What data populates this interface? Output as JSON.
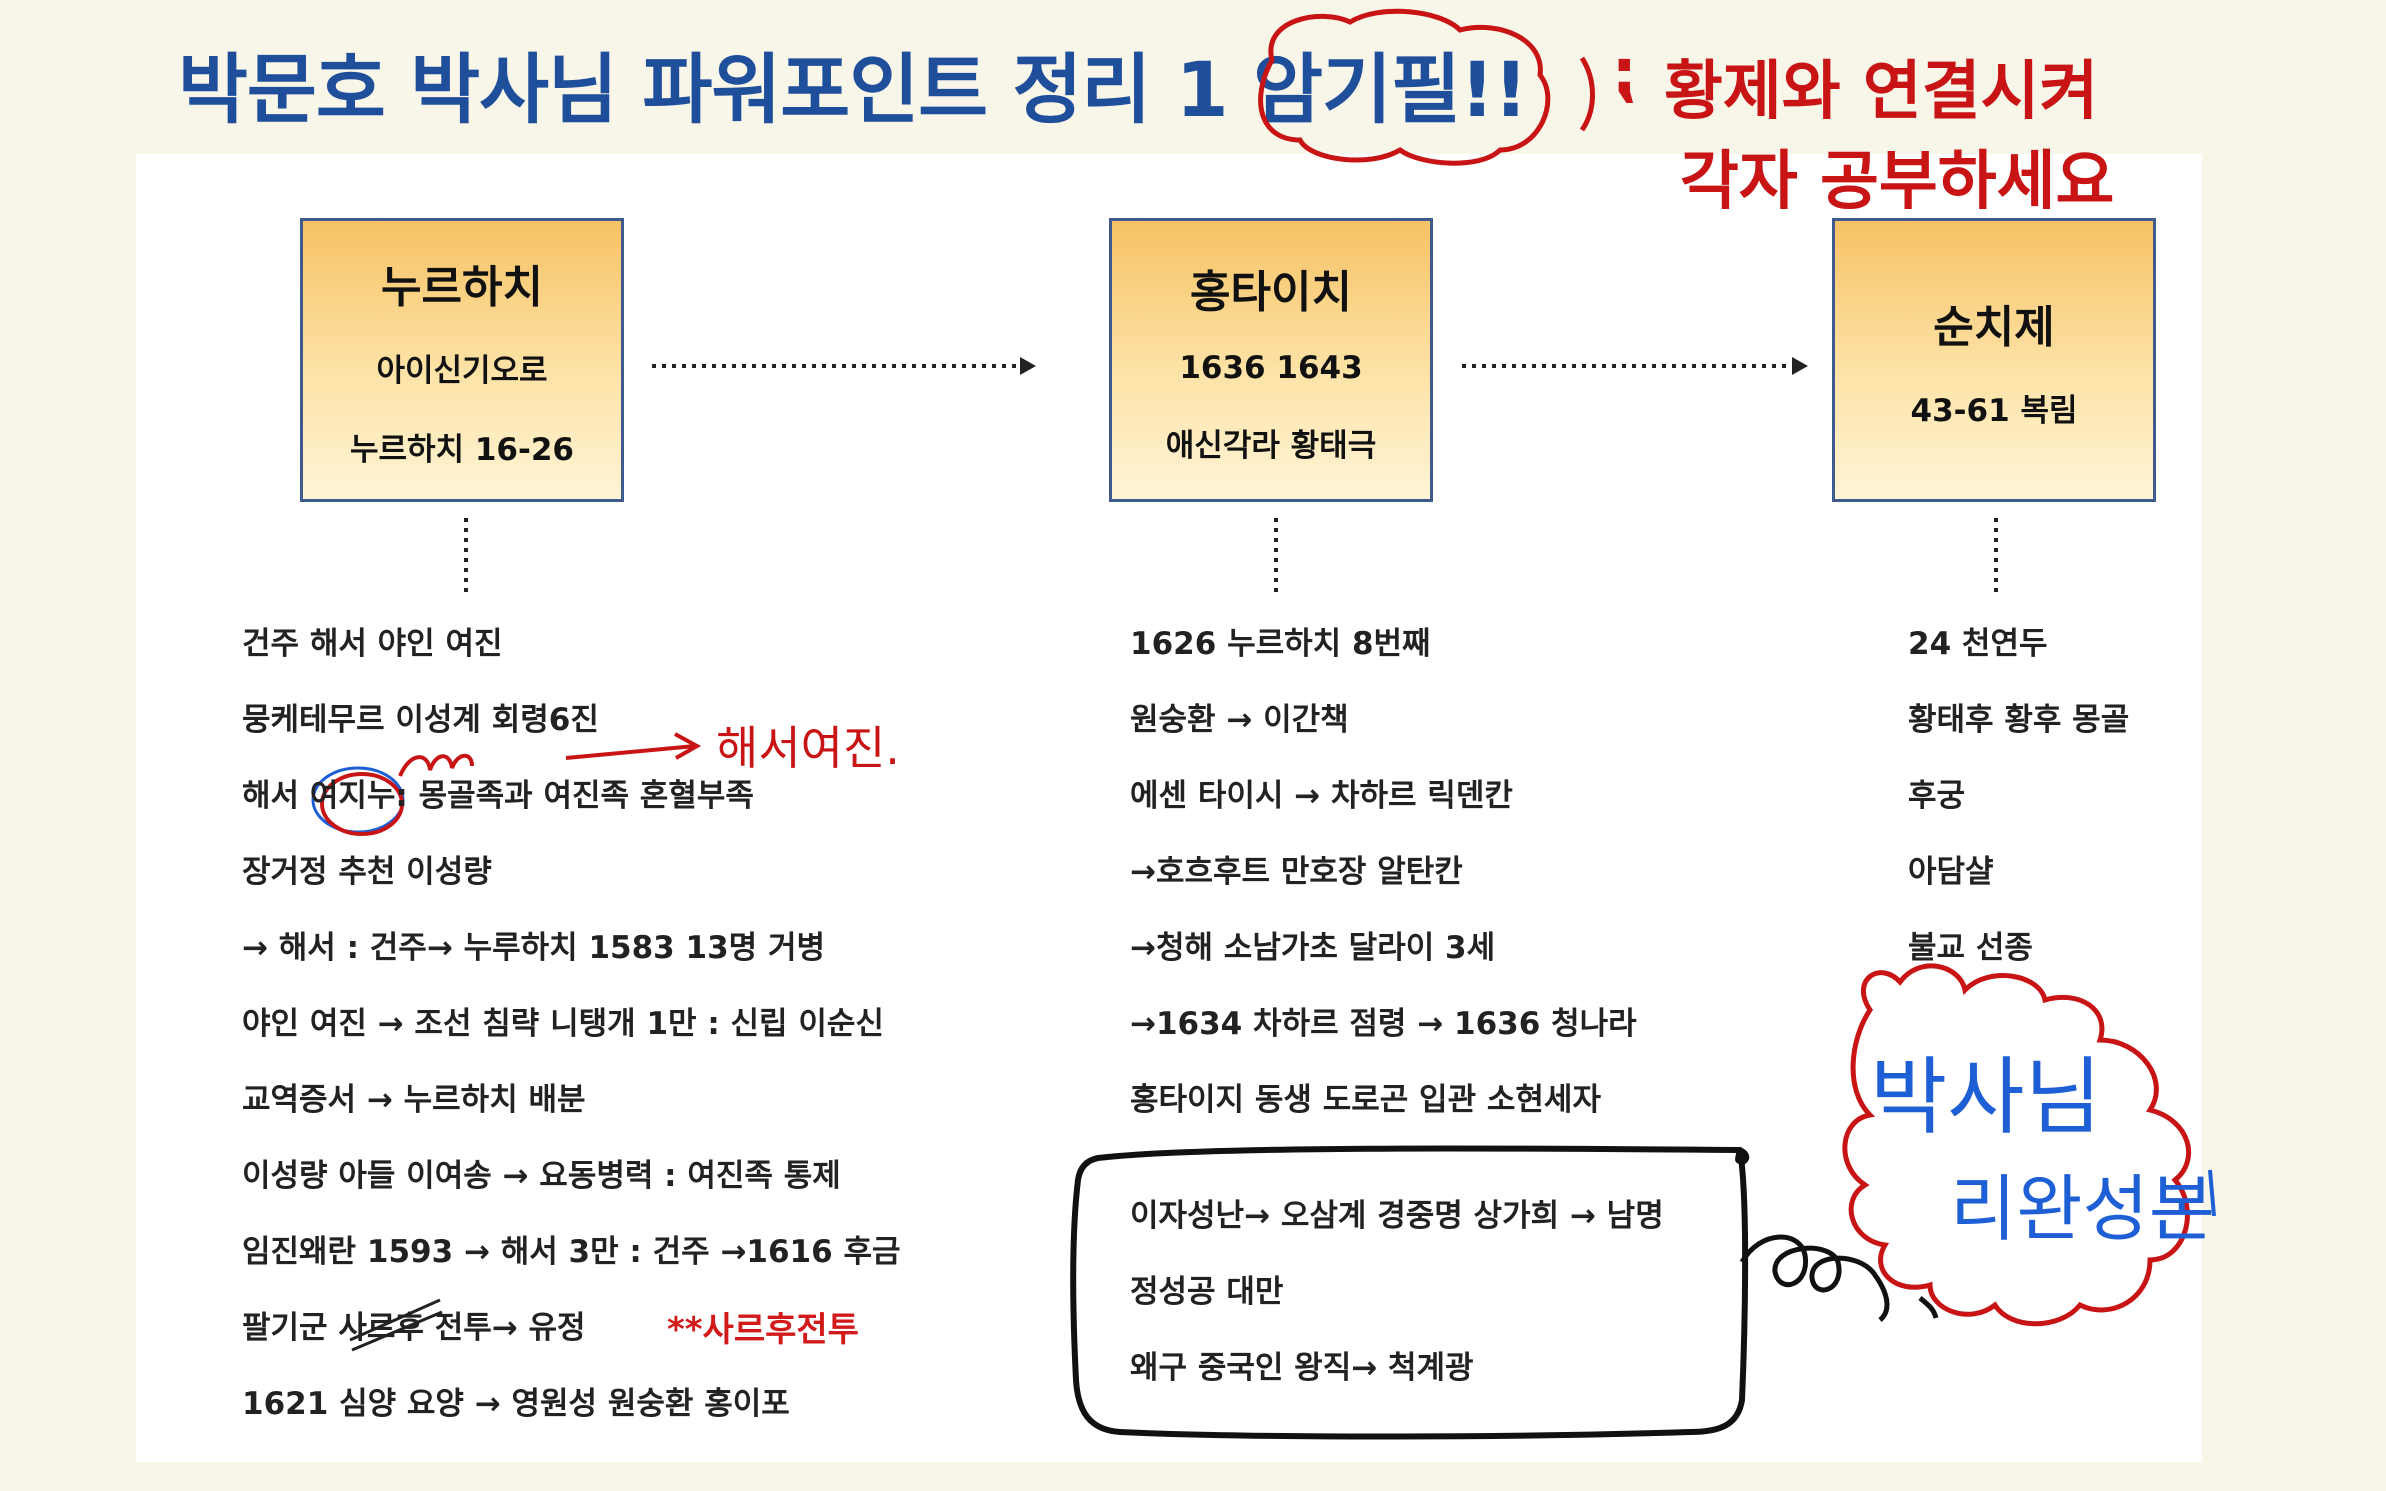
{
  "title": "박문호 박사님 파워포인트 정리 1 암기필!!",
  "boxes": [
    {
      "name": "누르하치",
      "line1": "아이신기오로",
      "line2": "누르하치 16-26"
    },
    {
      "name": "홍타이치",
      "line1": "1636 1643",
      "line2": "애신각라 황태극"
    },
    {
      "name": "순치제",
      "line1": "43-61 복림"
    }
  ],
  "col1": [
    "건주 해서 야인 여진",
    "뭉케테무르 이성계 회령6진",
    "해서 여지누: 몽골족과 여진족 혼혈부족",
    "장거정 추천 이성량",
    "→ 해서 : 건주→ 누루하치 1583 13명 거병",
    "야인 여진 → 조선 침략 니탱개 1만 : 신립 이순신",
    "교역증서 → 누르하치 배분",
    "이성량 아들 이여송 → 요동병력 : 여진족 통제",
    "임진왜란 1593 → 해서 3만 : 건주 →1616 후금",
    "팔기군 사르후 전투→ 유정",
    "1621 심양 요양 → 영원성 원숭환 홍이포"
  ],
  "col1_note": "**사르후전투",
  "col2": [
    "1626 누르하치 8번째",
    "원숭환 → 이간책",
    "에센 타이시 → 차하르 릭덴칸",
    "→호흐후트 만호장 알탄칸",
    "→청해 소남가초 달라이 3세",
    "→1634 차하르 점령 → 1636 청나라",
    "홍타이지 동생 도로곤 입관 소현세자"
  ],
  "col2_boxed": [
    "이자성난→ 오삼계 경중명 상가희 → 남명",
    "정성공 대만",
    "왜구 중국인 왕직→ 척계광"
  ],
  "col3": [
    "24 천연두",
    "황태후 황후 몽골",
    "후궁",
    "아담샬",
    "불교 선종"
  ],
  "handwriting": {
    "note1": "황제와 연결시켜",
    "note2": "각자 공부하세요",
    "note_mark": "⁏",
    "arrow_note": "해서여진.",
    "cloud1": "박사님",
    "cloud2": "리완성본"
  },
  "colors": {
    "title": "#1f4e9a",
    "box_fill": "#f6c264",
    "box_border": "#3f5a8c",
    "ink_red": "#c81414",
    "ink_blue": "#1f5fd6"
  }
}
